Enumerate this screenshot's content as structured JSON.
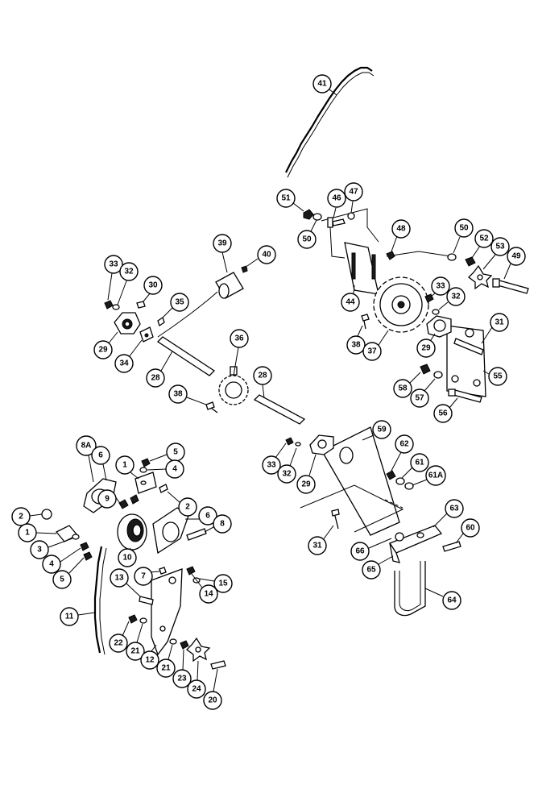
{
  "callouts": [
    {
      "id": "c41",
      "label": "41"
    },
    {
      "id": "c51",
      "label": "51"
    },
    {
      "id": "c46",
      "label": "46"
    },
    {
      "id": "c47",
      "label": "47"
    },
    {
      "id": "c50a",
      "label": "50"
    },
    {
      "id": "c48",
      "label": "48"
    },
    {
      "id": "c50b",
      "label": "50"
    },
    {
      "id": "c52",
      "label": "52"
    },
    {
      "id": "c53",
      "label": "53"
    },
    {
      "id": "c49",
      "label": "49"
    },
    {
      "id": "c44",
      "label": "44"
    },
    {
      "id": "c33a",
      "label": "33"
    },
    {
      "id": "c32a",
      "label": "32"
    },
    {
      "id": "c38a",
      "label": "38"
    },
    {
      "id": "c37",
      "label": "37"
    },
    {
      "id": "c29a",
      "label": "29"
    },
    {
      "id": "c31a",
      "label": "31"
    },
    {
      "id": "c55",
      "label": "55"
    },
    {
      "id": "c58",
      "label": "58"
    },
    {
      "id": "c57",
      "label": "57"
    },
    {
      "id": "c56",
      "label": "56"
    },
    {
      "id": "c39",
      "label": "39"
    },
    {
      "id": "c40",
      "label": "40"
    },
    {
      "id": "c33b",
      "label": "33"
    },
    {
      "id": "c32b",
      "label": "32"
    },
    {
      "id": "c30",
      "label": "30"
    },
    {
      "id": "c35",
      "label": "35"
    },
    {
      "id": "c29b",
      "label": "29"
    },
    {
      "id": "c34",
      "label": "34"
    },
    {
      "id": "c36",
      "label": "36"
    },
    {
      "id": "c28a",
      "label": "28"
    },
    {
      "id": "c28b",
      "label": "28"
    },
    {
      "id": "c38b",
      "label": "38"
    },
    {
      "id": "c59",
      "label": "59"
    },
    {
      "id": "c62",
      "label": "62"
    },
    {
      "id": "c61",
      "label": "61"
    },
    {
      "id": "c61a",
      "label": "61A"
    },
    {
      "id": "c33c",
      "label": "33"
    },
    {
      "id": "c32c",
      "label": "32"
    },
    {
      "id": "c29c",
      "label": "29"
    },
    {
      "id": "c63",
      "label": "63"
    },
    {
      "id": "c60",
      "label": "60"
    },
    {
      "id": "c31b",
      "label": "31"
    },
    {
      "id": "c66",
      "label": "66"
    },
    {
      "id": "c65",
      "label": "65"
    },
    {
      "id": "c64",
      "label": "64"
    },
    {
      "id": "c8a",
      "label": "8A"
    },
    {
      "id": "c6a",
      "label": "6"
    },
    {
      "id": "c5a",
      "label": "5"
    },
    {
      "id": "c1a",
      "label": "1"
    },
    {
      "id": "c4a",
      "label": "4"
    },
    {
      "id": "c2a",
      "label": "2"
    },
    {
      "id": "c9",
      "label": "9"
    },
    {
      "id": "c2b",
      "label": "2"
    },
    {
      "id": "c6b",
      "label": "6"
    },
    {
      "id": "c1b",
      "label": "1"
    },
    {
      "id": "c8",
      "label": "8"
    },
    {
      "id": "c3",
      "label": "3"
    },
    {
      "id": "c4b",
      "label": "4"
    },
    {
      "id": "c10",
      "label": "10"
    },
    {
      "id": "c5b",
      "label": "5"
    },
    {
      "id": "c7",
      "label": "7"
    },
    {
      "id": "c15",
      "label": "15"
    },
    {
      "id": "c13",
      "label": "13"
    },
    {
      "id": "c14",
      "label": "14"
    },
    {
      "id": "c11",
      "label": "11"
    },
    {
      "id": "c22",
      "label": "22"
    },
    {
      "id": "c21a",
      "label": "21"
    },
    {
      "id": "c12",
      "label": "12"
    },
    {
      "id": "c21b",
      "label": "21"
    },
    {
      "id": "c23",
      "label": "23"
    },
    {
      "id": "c24",
      "label": "24"
    },
    {
      "id": "c20",
      "label": "20"
    }
  ]
}
